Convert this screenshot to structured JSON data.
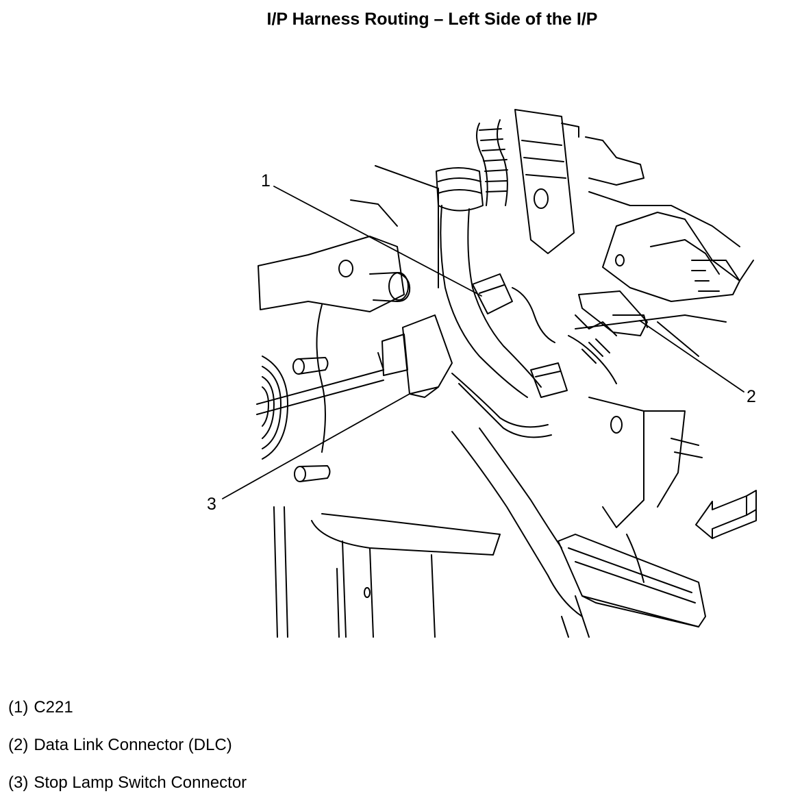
{
  "title": "I/P Harness Routing – Left Side of the I/P",
  "callouts": [
    {
      "number": "1",
      "label": "C221"
    },
    {
      "number": "2",
      "label": "Data Link Connector (DLC)"
    },
    {
      "number": "3",
      "label": "Stop Lamp Switch Connector"
    }
  ],
  "legend": [
    {
      "key": "(1)",
      "text": "C221"
    },
    {
      "key": "(2)",
      "text": "Data Link Connector (DLC)"
    },
    {
      "key": "(3)",
      "text": "Stop Lamp Switch Connector"
    }
  ],
  "icons": [
    "direction-arrow-icon"
  ],
  "colors": {
    "line": "#000000",
    "background": "#ffffff"
  }
}
